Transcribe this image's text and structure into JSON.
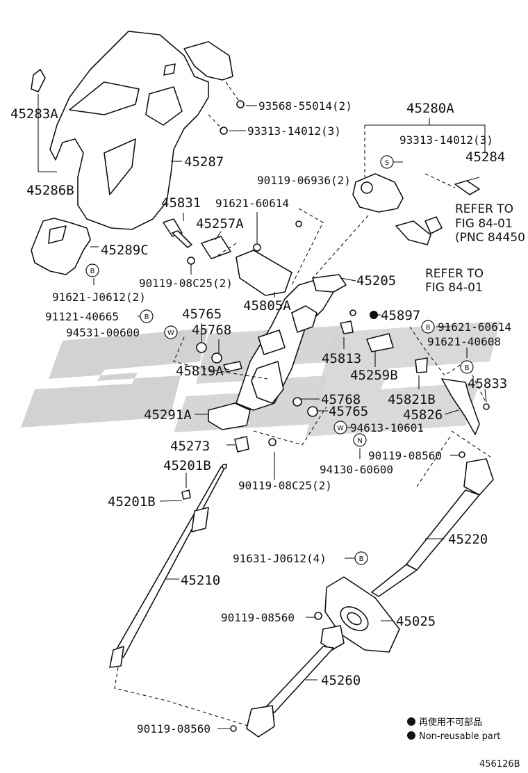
{
  "diagram_id": "456126B",
  "legend": {
    "line1": "再使用不可部品",
    "line2": "Non-reusable part"
  },
  "markers": {
    "B": "B",
    "W": "W",
    "S": "S",
    "N": "N"
  },
  "refer": {
    "line1": "REFER TO",
    "line2": "FIG 84-01",
    "line3": "(PNC 84450",
    "line4": "REFER TO",
    "line5": "FIG 84-01"
  },
  "labels": {
    "p45283A": "45283A",
    "p45286B": "45286B",
    "p45287": "45287",
    "p93568": "93568-55014(2)",
    "p93313a": "93313-14012(3)",
    "p45280A": "45280A",
    "p93313b": "93313-14012(3)",
    "p45284": "45284",
    "p90119_06936": "90119-06936(2)",
    "p45831": "45831",
    "p91621_60614a": "91621-60614",
    "p45257A": "45257A",
    "p45289C": "45289C",
    "p91621_J0612": "91621-J0612(2)",
    "p90119_08C25a": "90119-08C25(2)",
    "p45805A": "45805A",
    "p45205": "45205",
    "p91121": "91121-40665",
    "p45765a": "45765",
    "p45897": "45897",
    "p94531": "94531-00600",
    "p45768a": "45768",
    "p91621_60614b": "91621-60614",
    "p91621_40608": "91621-40608",
    "p45813": "45813",
    "p45819A": "45819A",
    "p45259B": "45259B",
    "p45833": "45833",
    "p45821B": "45821B",
    "p45768b": "45768",
    "p45291A": "45291A",
    "p45765b": "45765",
    "p45826": "45826",
    "p94613": "94613-10601",
    "p45273": "45273",
    "p90119_08560a": "90119-08560",
    "p45201B_top": "45201B",
    "p94130": "94130-60600",
    "p90119_08C25b": "90119-08C25(2)",
    "p45201B_left": "45201B",
    "p45220": "45220",
    "p91631": "91631-J0612(4)",
    "p45210": "45210",
    "p90119_08560b": "90119-08560",
    "p45025": "45025",
    "p45260": "45260",
    "p90119_08560c": "90119-08560"
  }
}
